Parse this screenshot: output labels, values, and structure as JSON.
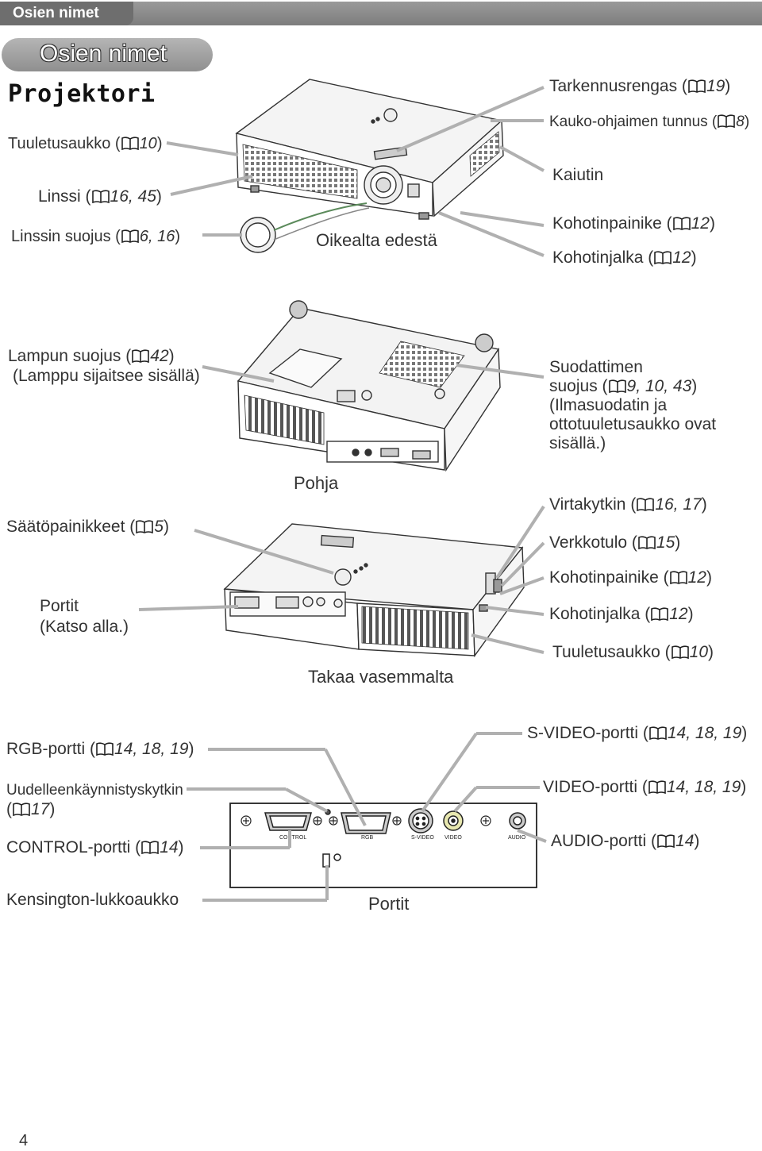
{
  "header": {
    "title": "Osien nimet"
  },
  "section_title": "Osien nimet",
  "heading": "Projektori",
  "front_view": {
    "caption": "Oikealta edestä",
    "callouts": {
      "tuuletusaukko": {
        "text": "Tuuletusaukko (",
        "ref": "10",
        "end": ")"
      },
      "linssi": {
        "text": "Linssi (",
        "ref": "16, 45",
        "end": ")"
      },
      "linssin_suojus": {
        "text": "Linssin suojus (",
        "ref": "6, 16",
        "end": ")"
      },
      "tarkennusrengas": {
        "text": "Tarkennusrengas (",
        "ref": "19",
        "end": ")"
      },
      "kauko": {
        "text": "Kauko-ohjaimen tunnus (",
        "ref": "8",
        "end": ")"
      },
      "kaiutin": {
        "text": "Kaiutin"
      },
      "kohotinpainike": {
        "text": "Kohotinpainike (",
        "ref": "12",
        "end": ")"
      },
      "kohotinjalka": {
        "text": "Kohotinjalka (",
        "ref": "12",
        "end": ")"
      }
    }
  },
  "bottom_view": {
    "caption": "Pohja",
    "callouts": {
      "lampun_suojus": {
        "text": "Lampun suojus (",
        "ref": "42",
        "end": ")"
      },
      "lamppu_note": "(Lamppu sijaitsee sisällä)",
      "suodattimen_1": "Suodattimen",
      "suodattimen_2": {
        "text": "suojus (",
        "ref": "9, 10, 43",
        "end": ")"
      },
      "suodattimen_3": "(Ilmasuodatin ja",
      "suodattimen_4": "ottotuuletusaukko ovat",
      "suodattimen_5": "sisällä.)"
    }
  },
  "rear_view": {
    "caption": "Takaa vasemmalta",
    "callouts": {
      "saatopainikkeet": {
        "text": "Säätöpainikkeet (",
        "ref": "5",
        "end": ")"
      },
      "portit_1": "Portit",
      "portit_2": "(Katso alla.)",
      "virtakytkin": {
        "text": "Virtakytkin (",
        "ref": "16, 17",
        "end": ")"
      },
      "verkkotulo": {
        "text": "Verkkotulo (",
        "ref": "15",
        "end": ")"
      },
      "kohotinpainike": {
        "text": "Kohotinpainike (",
        "ref": "12",
        "end": ")"
      },
      "kohotinjalka": {
        "text": "Kohotinjalka (",
        "ref": "12",
        "end": ")"
      },
      "tuuletusaukko": {
        "text": "Tuuletusaukko (",
        "ref": "10",
        "end": ")"
      }
    }
  },
  "ports_view": {
    "caption": "Portit",
    "callouts": {
      "rgb": {
        "text": "RGB-portti (",
        "ref": "14, 18, 19",
        "end": ")"
      },
      "uudelleen_1": "Uudelleenkäynnistyskytkin",
      "uudelleen_2": {
        "text": "(",
        "ref": "17",
        "end": ")"
      },
      "control": {
        "text": "CONTROL-portti (",
        "ref": "14",
        "end": ")"
      },
      "kensington": "Kensington-lukkoaukko",
      "svideo": {
        "text": "S-VIDEO-portti (",
        "ref": "14, 18, 19",
        "end": ")"
      },
      "video": {
        "text": "VIDEO-portti (",
        "ref": "14, 18, 19",
        "end": ")"
      },
      "audio": {
        "text": "AUDIO-portti (",
        "ref": "14",
        "end": ")"
      }
    },
    "panel_labels": [
      "CONTROL",
      "RGB",
      "S-VIDEO",
      "VIDEO",
      "AUDIO"
    ]
  },
  "page_number": "4"
}
